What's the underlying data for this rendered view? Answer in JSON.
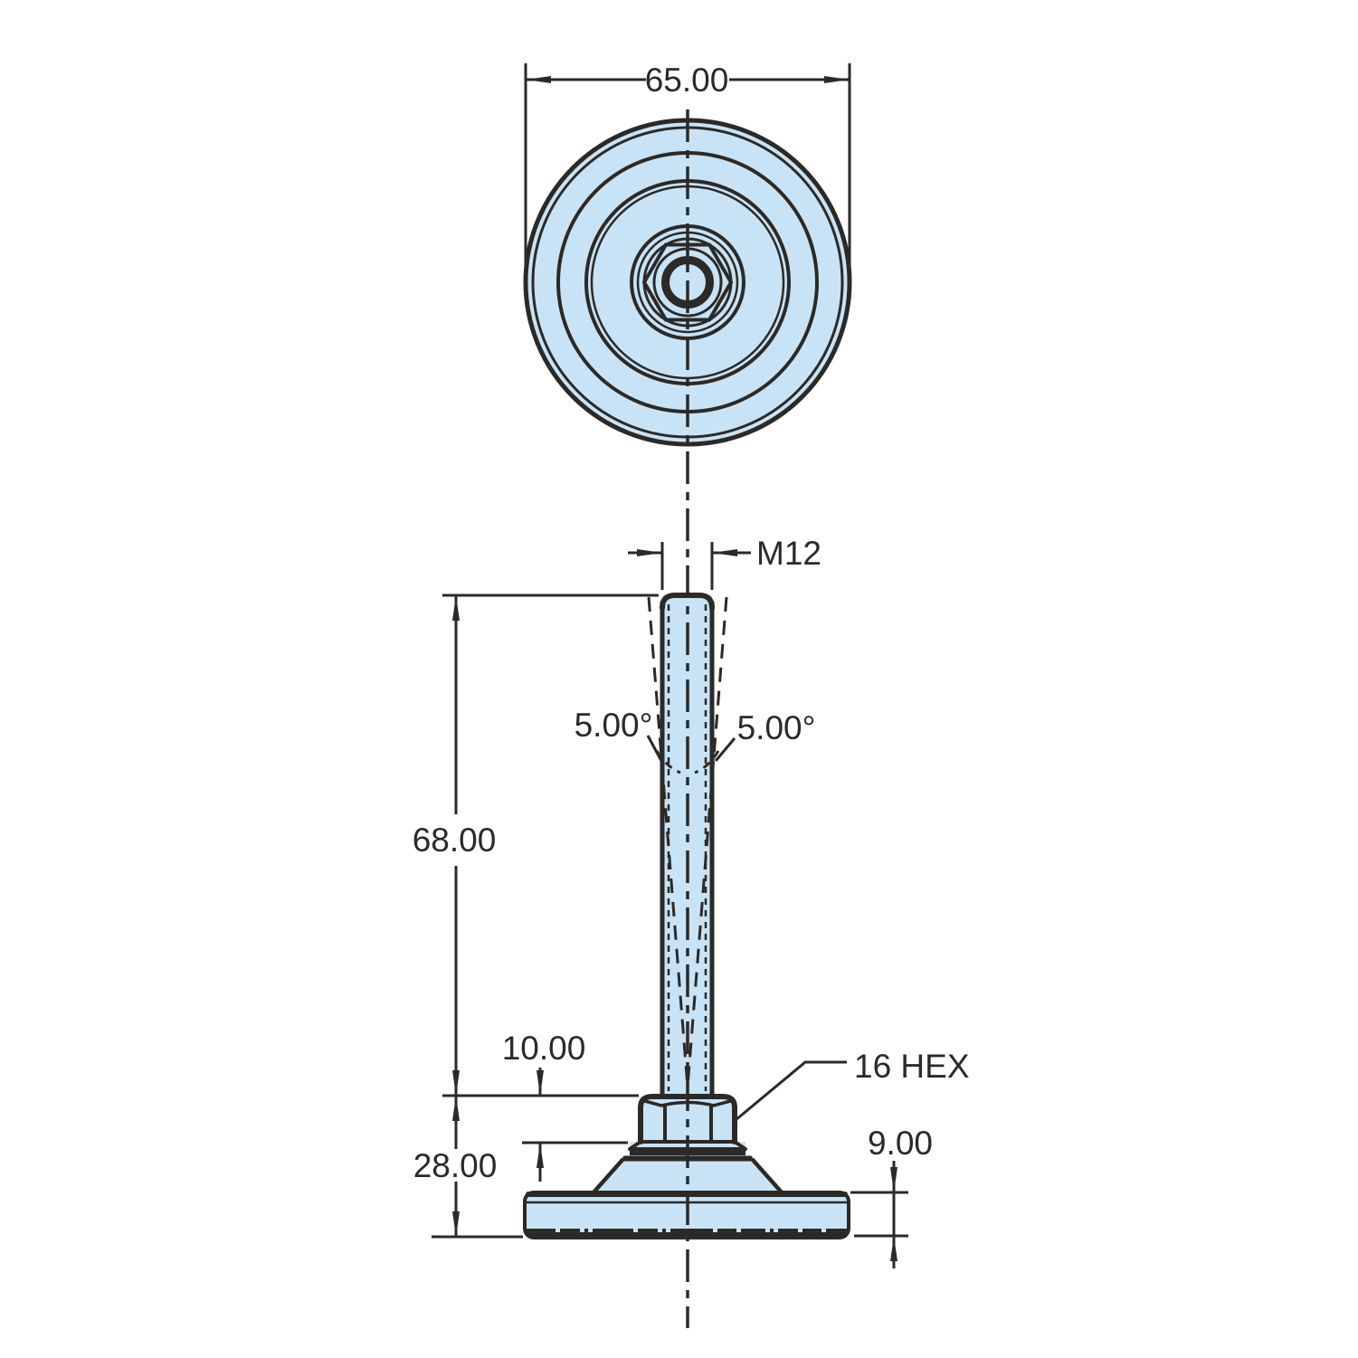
{
  "drawing": {
    "title": "adjustable-leveling-foot-drawing",
    "views": {
      "top": "top view",
      "front": "front view"
    },
    "labels": {
      "base_diameter": "65.00",
      "thread_size": "M12",
      "tilt_angle_left": "5.00°",
      "tilt_angle_right": "5.00°",
      "stud_length": "68.00",
      "hex_height": "10.00",
      "base_height": "28.00",
      "hex_spec": "16 HEX",
      "plate_thickness": "9.00"
    },
    "colors": {
      "part_fill": "#c9e3f6",
      "line": "#2b2a27",
      "background": "#ffffff"
    }
  }
}
